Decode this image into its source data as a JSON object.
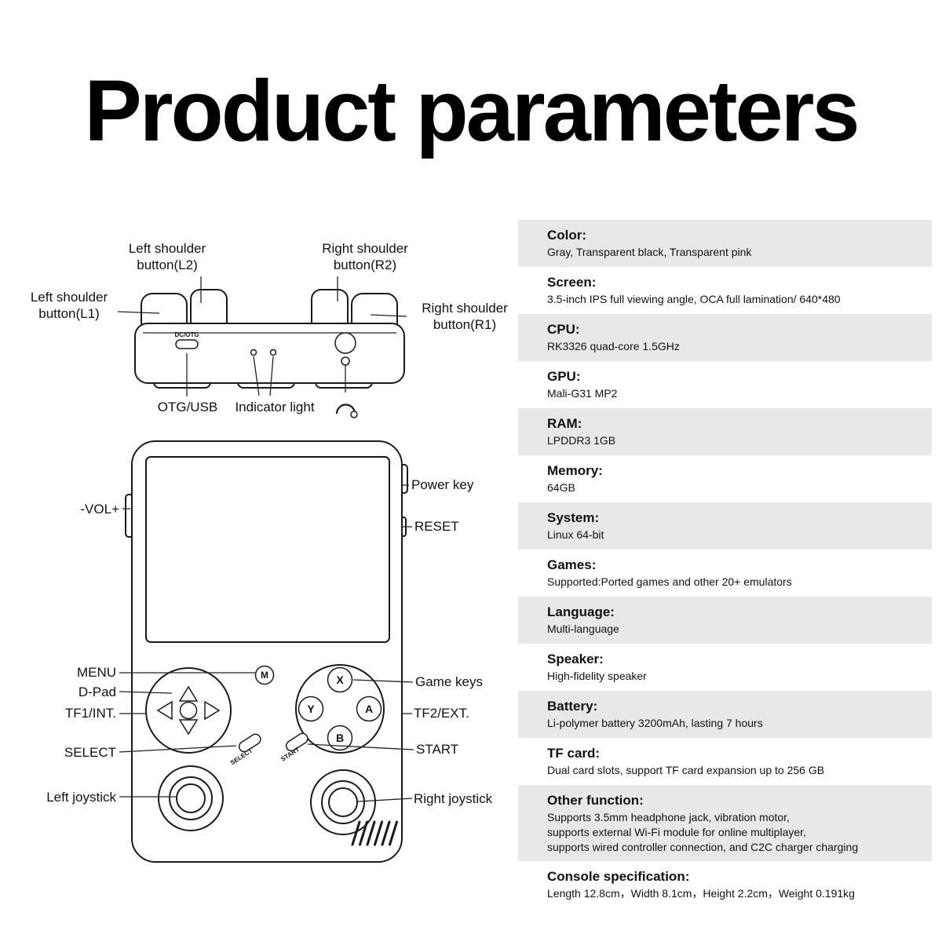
{
  "title": "Product parameters",
  "colors": {
    "row_shade": "#e8e8e8",
    "ink": "#1a1a1a"
  },
  "diagram": {
    "top_view": {
      "l2_label": "Left shoulder\nbutton(L2)",
      "r2_label": "Right shoulder\nbutton(R2)",
      "l1_label": "Left shoulder\nbutton(L1)",
      "r1_label": "Right shoulder\nbutton(R1)",
      "port_print": "DC/OTG",
      "otg_usb_label": "OTG/USB",
      "indicator_label": "Indicator light"
    },
    "front_view": {
      "power_key_label": "Power key",
      "reset_label": "RESET",
      "volume_label": "-VOL+",
      "menu_label": "MENU",
      "dpad_label": "D-Pad",
      "tf1_label": "TF1/INT.",
      "select_label": "SELECT",
      "left_joystick_label": "Left joystick",
      "game_keys_label": "Game keys",
      "tf2_label": "TF2/EXT.",
      "start_label": "START",
      "right_joystick_label": "Right joystick",
      "menu_button": "M",
      "x_button": "X",
      "y_button": "Y",
      "a_button": "A",
      "b_button": "B",
      "select_print": "SELECT",
      "start_print": "START"
    }
  },
  "specs": {
    "rows": [
      {
        "heading": "Color:",
        "lines": [
          "Gray, Transparent black, Transparent pink"
        ]
      },
      {
        "heading": "Screen:",
        "lines": [
          "3.5-inch IPS full viewing angle, OCA full lamination/ 640*480"
        ]
      },
      {
        "heading": "CPU:",
        "lines": [
          "RK3326 quad-core 1.5GHz"
        ]
      },
      {
        "heading": "GPU:",
        "lines": [
          "Mali-G31 MP2"
        ]
      },
      {
        "heading": "RAM:",
        "lines": [
          "LPDDR3  1GB"
        ]
      },
      {
        "heading": "Memory:",
        "lines": [
          "64GB"
        ]
      },
      {
        "heading": "System:",
        "lines": [
          "Linux 64-bit"
        ]
      },
      {
        "heading": "Games:",
        "lines": [
          "Supported:Ported games and other 20+ emulators"
        ]
      },
      {
        "heading": "Language:",
        "lines": [
          "Multi-language"
        ]
      },
      {
        "heading": "Speaker:",
        "lines": [
          "High-fidelity speaker"
        ]
      },
      {
        "heading": "Battery:",
        "lines": [
          "Li-polymer battery 3200mAh, lasting 7 hours"
        ]
      },
      {
        "heading": "TF card:",
        "lines": [
          "Dual card slots, support TF card expansion up to 256 GB"
        ]
      },
      {
        "heading": "Other function:",
        "lines": [
          "Supports 3.5mm headphone jack, vibration motor,",
          "supports external Wi-Fi module for online multiplayer,",
          "supports wired controller connection, and C2C charger charging"
        ]
      },
      {
        "heading": "Console specification:",
        "lines": [
          "Length 12.8cm，Width 8.1cm，Height 2.2cm，Weight 0.191kg"
        ]
      }
    ]
  }
}
